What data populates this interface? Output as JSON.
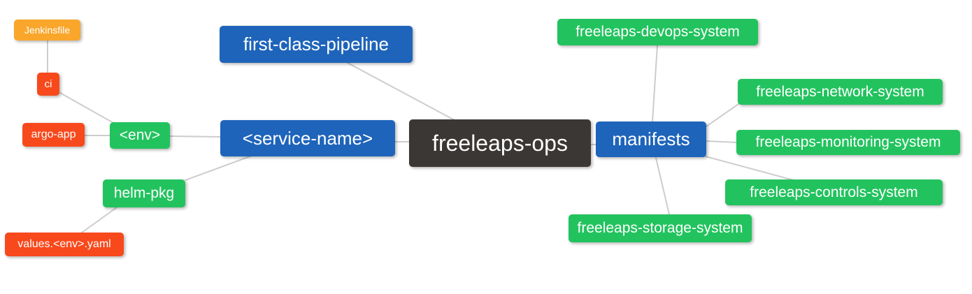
{
  "diagram": {
    "type": "mindmap",
    "root_label": "freeleaps-ops",
    "nodes": {
      "jenkinsfile": {
        "label": "Jenkinsfile",
        "color": "#F9A62B"
      },
      "ci": {
        "label": "ci",
        "color": "#F8491C"
      },
      "argo_app": {
        "label": "argo-app",
        "color": "#F8491C"
      },
      "env": {
        "label": "<env>",
        "color": "#22C35E"
      },
      "helm_pkg": {
        "label": "helm-pkg",
        "color": "#22C35E"
      },
      "values_yaml": {
        "label": "values.<env>.yaml",
        "color": "#F8491C"
      },
      "first_class_pipeline": {
        "label": "first-class-pipeline",
        "color": "#1E64BA"
      },
      "service_name": {
        "label": "<service-name>",
        "color": "#1E64BA"
      },
      "freeleaps_ops": {
        "label": "freeleaps-ops",
        "color": "#3B3734"
      },
      "manifests": {
        "label": "manifests",
        "color": "#1E64BA"
      },
      "devops_system": {
        "label": "freeleaps-devops-system",
        "color": "#22C35E"
      },
      "network_system": {
        "label": "freeleaps-network-system",
        "color": "#22C35E"
      },
      "monitoring_system": {
        "label": "freeleaps-monitoring-system",
        "color": "#22C35E"
      },
      "controls_system": {
        "label": "freeleaps-controls-system",
        "color": "#22C35E"
      },
      "storage_system": {
        "label": "freeleaps-storage-system",
        "color": "#22C35E"
      }
    },
    "edges": [
      [
        "jenkinsfile",
        "ci"
      ],
      [
        "ci",
        "env"
      ],
      [
        "argo_app",
        "env"
      ],
      [
        "env",
        "service_name"
      ],
      [
        "helm_pkg",
        "service_name"
      ],
      [
        "values_yaml",
        "helm_pkg"
      ],
      [
        "first_class_pipeline",
        "freeleaps_ops"
      ],
      [
        "service_name",
        "freeleaps_ops"
      ],
      [
        "freeleaps_ops",
        "manifests"
      ],
      [
        "manifests",
        "devops_system"
      ],
      [
        "manifests",
        "network_system"
      ],
      [
        "manifests",
        "monitoring_system"
      ],
      [
        "manifests",
        "controls_system"
      ],
      [
        "manifests",
        "storage_system"
      ]
    ],
    "palette": {
      "blue": "#1E64BA",
      "green": "#22C35E",
      "red": "#F8491C",
      "orange": "#F9A62B",
      "dark": "#3B3734",
      "edge": "#CDCDCD",
      "text": "#FFFFFF",
      "background": "#FFFFFF"
    }
  }
}
